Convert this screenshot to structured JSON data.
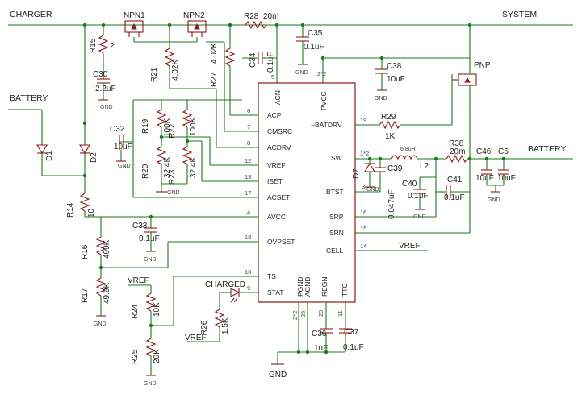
{
  "nets": {
    "charger": "CHARGER",
    "system": "SYSTEM",
    "battery_left": "BATTERY",
    "battery_right": "BATTERY",
    "vref_ovp": "VREF",
    "vref_ts": "VREF",
    "vref_led": "VREF",
    "gnd": "GND"
  },
  "components": {
    "npn1": "NPN1",
    "npn2": "NPN2",
    "pnp": "PNP",
    "r28": {
      "ref": "R28",
      "value": "20m"
    },
    "r15": {
      "ref": "R15",
      "value": "2"
    },
    "c30": {
      "ref": "C30",
      "value": "2.2uF"
    },
    "r21": {
      "ref": "R21",
      "value": "4.02K"
    },
    "r27": {
      "ref": "R27",
      "value": "4.02K"
    },
    "c34": {
      "ref": "C34",
      "value": "0.1uF"
    },
    "c35": {
      "ref": "C35",
      "value": "0.1uF"
    },
    "c38": {
      "ref": "C38",
      "value": "10uF"
    },
    "r29": {
      "ref": "R29",
      "value": "1K"
    },
    "r19": {
      "ref": "R19",
      "value": "100K"
    },
    "r22": {
      "ref": "R22",
      "value": "100K"
    },
    "r20": {
      "ref": "R20",
      "value": "32.4K"
    },
    "r23": {
      "ref": "R23",
      "value": "32.4K"
    },
    "c32": {
      "ref": "C32",
      "value": "10uF"
    },
    "d1": {
      "ref": "D1"
    },
    "d2": {
      "ref": "D2"
    },
    "r14": {
      "ref": "R14",
      "value": "10"
    },
    "c33": {
      "ref": "C33",
      "value": "0.1uF"
    },
    "r16": {
      "ref": "R16",
      "value": "499K"
    },
    "r17": {
      "ref": "R17",
      "value": "49.9K"
    },
    "r24": {
      "ref": "R24",
      "value": "10K"
    },
    "r25": {
      "ref": "R25",
      "value": "20K"
    },
    "r26": {
      "ref": "R26",
      "value": "1.5K"
    },
    "led": {
      "ref": "CHARGED"
    },
    "d7": {
      "ref": "D7"
    },
    "c39": {
      "ref": "C39",
      "value": "0.047uF"
    },
    "l2": {
      "ref": "L2",
      "value": "6.8uH"
    },
    "r38": {
      "ref": "R38",
      "value": "20m"
    },
    "c46": {
      "ref": "C46",
      "value": "10uF"
    },
    "c5": {
      "ref": "C5",
      "value": "10uF"
    },
    "c40": {
      "ref": "C40",
      "value": "0.1uF"
    },
    "c41": {
      "ref": "C41",
      "value": "0.1uF"
    },
    "c36": {
      "ref": "C36",
      "value": "1uF"
    },
    "c37": {
      "ref": "C37",
      "value": "0.1uF"
    }
  },
  "ic": {
    "left_pins": [
      {
        "name": "ACP",
        "num": "6"
      },
      {
        "name": "CMSRC",
        "num": "7"
      },
      {
        "name": "ACDRV",
        "num": "8"
      },
      {
        "name": "VREF",
        "num": "12"
      },
      {
        "name": "ISET",
        "num": "13"
      },
      {
        "name": "ACSET",
        "num": "17"
      },
      {
        "name": "AVCC",
        "num": "4"
      },
      {
        "name": "OVPSET",
        "num": "18"
      },
      {
        "name": "TS",
        "num": "10"
      },
      {
        "name": "STAT",
        "num": "9"
      }
    ],
    "right_pins": [
      {
        "name": "~BATDRV",
        "num": "19"
      },
      {
        "name": "SW",
        "num": "1*2"
      },
      {
        "name": "BTST",
        "num": "3"
      },
      {
        "name": "SRP",
        "num": "16"
      },
      {
        "name": "SRN",
        "num": "15"
      },
      {
        "name": "CELL",
        "num": "14"
      }
    ],
    "top_pins": [
      {
        "name": "ACN",
        "num": "5"
      },
      {
        "name": "PVCC",
        "num": "2*2"
      }
    ],
    "bottom_pins": [
      {
        "name": "PGND",
        "num": "2*2"
      },
      {
        "name": "AGND",
        "num": "25"
      },
      {
        "name": "REGN",
        "num": "20"
      },
      {
        "name": "TTC",
        "num": "11"
      }
    ]
  }
}
